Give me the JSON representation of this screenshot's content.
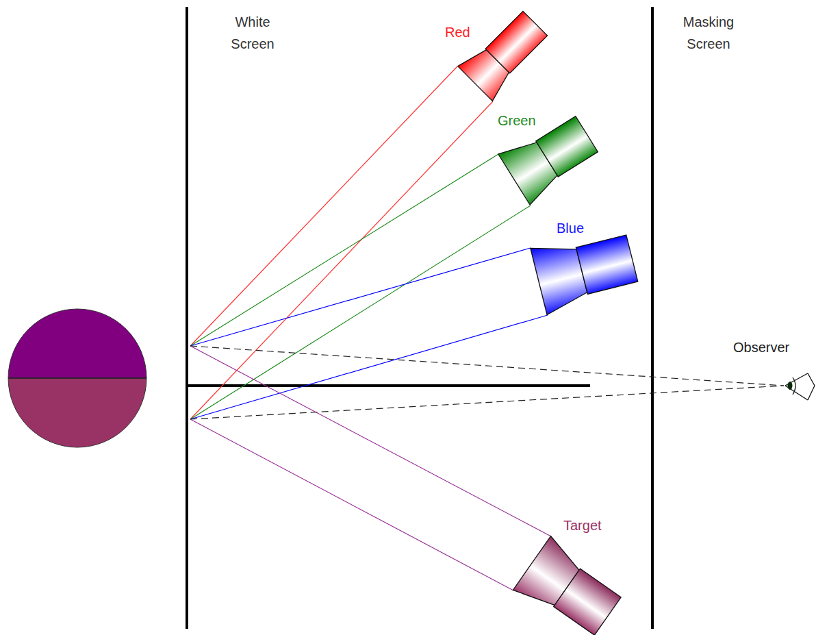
{
  "diagram": {
    "labels": [
      "White Screen",
      "Masking Screen",
      "Red",
      "Green",
      "Blue",
      "Observer",
      "Target"
    ]
  }
}
